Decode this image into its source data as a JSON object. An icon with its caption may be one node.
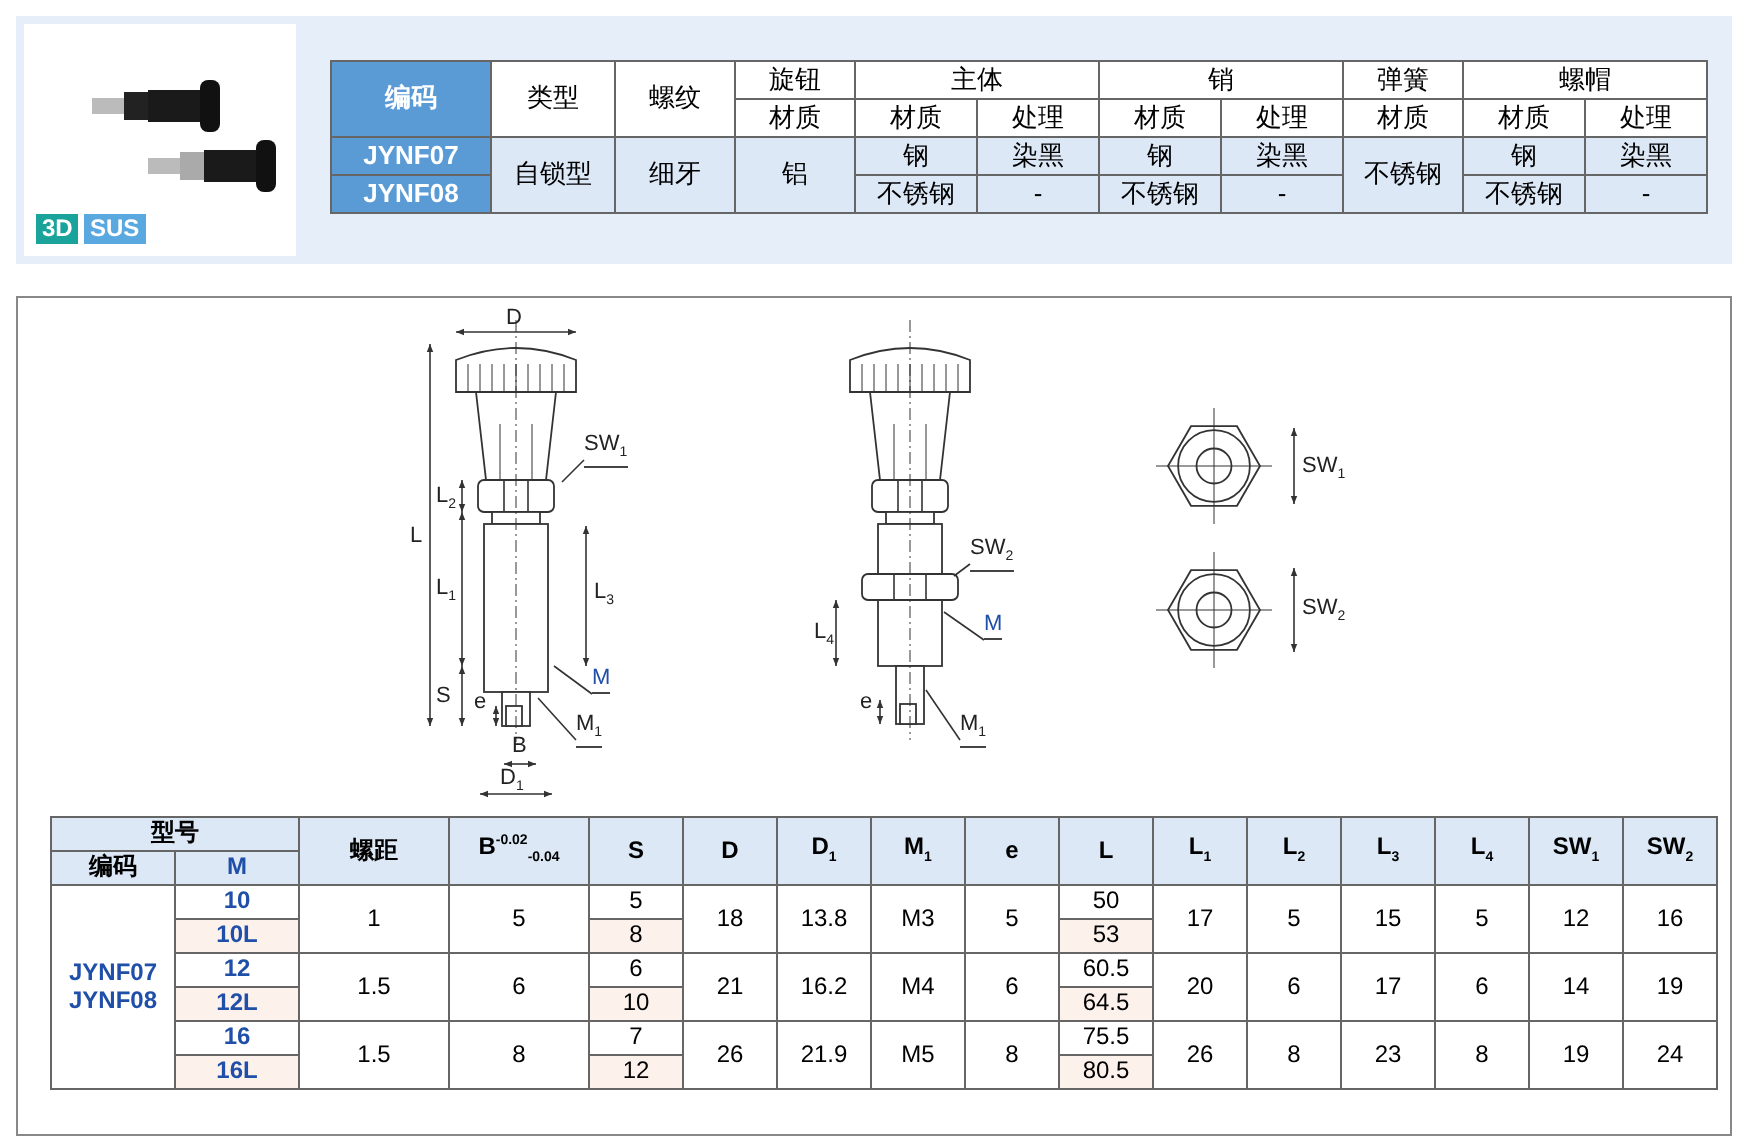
{
  "diagram": {
    "nodes": [
      {
        "text": [
          "SW$_{1}$"
        ]
      },
      {
        "text": [
          "M"
        ]
      },
      {
        "text": [
          "M$_{1}$"
        ]
      },
      {
        "text": [
          "SW$_{2}$"
        ]
      },
      {
        "text": [
          "M"
        ]
      },
      {
        "text": [
          "M$_{1}$"
        ]
      }
    ],
    "edges": [
      {
        "from": 0,
        "to": null,
        "arrow": "none"
      },
      {
        "from": 1,
        "to": null,
        "arrow": "none"
      },
      {
        "from": 2,
        "to": null,
        "arrow": "none"
      },
      {
        "from": 3,
        "to": null,
        "arrow": "none"
      },
      {
        "from": 4,
        "to": null,
        "arrow": "none"
      },
      {
        "from": 5,
        "to": null,
        "arrow": "none"
      }
    ],
    "labels": [
      "3D",
      "SUS",
      "编码",
      "类型",
      "螺纹",
      "旋钮",
      "主体",
      "销",
      "弹簧",
      "螺帽",
      "材质",
      "材质",
      "处理",
      "材质",
      "处理",
      "材质",
      "材质",
      "处理",
      "JYNF07",
      "自锁型",
      "细牙",
      "铝",
      "钢",
      "染黑",
      "钢",
      "染黑",
      "不锈钢",
      "钢",
      "染黑",
      "JYNF08",
      "不锈钢",
      "-",
      "不锈钢",
      "-",
      "不锈钢",
      "-",
      "D",
      "L",
      "L$_{2}$",
      "L$_{1}$",
      "L$_{3}$",
      "S",
      "e",
      "B",
      "D$_{1}$",
      "L$_{4}$",
      "e",
      "SW$_{1}$",
      "SW$_{2}$",
      "型号",
      "螺距",
      "B$^{-0.02}$$_{-0.04}$",
      "S",
      "D",
      "D$_{1}$",
      "M$_{1}$",
      "e",
      "L",
      "L$_{1}$",
      "L$_{2}$",
      "L$_{3}$",
      "L$_{4}$",
      "SW$_{1}$",
      "SW$_{2}$",
      "编码",
      "M",
      "JYNF07 JYNF08",
      "10",
      "1",
      "5",
      "5",
      "18",
      "13.8",
      "M3",
      "5",
      "50",
      "17",
      "5",
      "15",
      "5",
      "12",
      "16",
      "10L",
      "8",
      "53",
      "12",
      "1.5",
      "6",
      "6",
      "21",
      "16.2",
      "M4",
      "6",
      "60.5",
      "20",
      "6",
      "17",
      "6",
      "14",
      "19",
      "12L",
      "10",
      "64.5",
      "16",
      "1.5",
      "8",
      "7",
      "26",
      "21.9",
      "M5",
      "8",
      "75.5",
      "26",
      "8",
      "23",
      "8",
      "19",
      "24",
      "16L",
      "12",
      "80.5"
    ]
  }
}
